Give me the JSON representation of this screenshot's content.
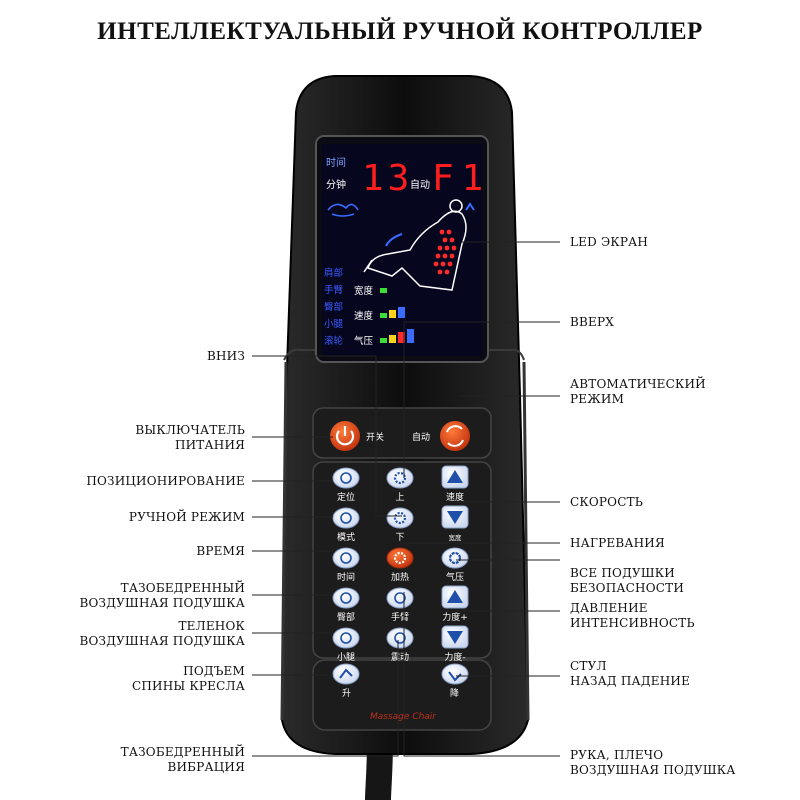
{
  "title": "ИНТЕЛЛЕКТУАЛЬНЫЙ РУЧНОЙ КОНТРОЛЛЕР",
  "screen": {
    "time_label": "时间",
    "minute_label": "分钟",
    "number": "13",
    "mode_code": "F1",
    "auto_label": "自动",
    "parts": [
      "肩部",
      "手臂",
      "臀部",
      "小腿",
      "滚轮"
    ],
    "level_labels": [
      "宽度",
      "速度",
      "气压"
    ]
  },
  "buttons": {
    "power": "开关",
    "auto": "自动",
    "position": "定位",
    "up": "上",
    "speed": "速度",
    "mode": "模式",
    "down": "下",
    "width": "宽度",
    "time": "时间",
    "heat": "加热",
    "air": "气压",
    "hip": "臀部",
    "arm": "手臂",
    "force_plus": "力度+",
    "calf": "小腿",
    "vibrate": "震动",
    "force_minus": "力度-",
    "raise": "升",
    "lower": "降",
    "brand": "Massage Chair"
  },
  "left_captions": [
    "ВНИЗ",
    "ВЫКЛЮЧАТЕЛЬ\nПИТАНИЯ",
    "ПОЗИЦИОНИРОВАНИЕ",
    "РУЧНОЙ РЕЖИМ",
    "ВРЕМЯ",
    "ТАЗОБЕДРЕННЫЙ\nВОЗДУШНАЯ ПОДУШКА",
    "ТЕЛЕНОК\nВОЗДУШНАЯ ПОДУШКА",
    "ПОДЪЕМ\nСПИНЫ КРЕСЛА",
    "ТАЗОБЕДРЕННЫЙ\nВИБРАЦИЯ"
  ],
  "right_captions": [
    "LED ЭКРАН",
    "ВВЕРХ",
    "АВТОМАТИЧЕСКИЙ\nРЕЖИМ",
    "СКОРОСТЬ",
    "НАГРЕВАНИЯ",
    "ВСЕ ПОДУШКИ\nБЕЗОПАСНОСТИ",
    "ДАВЛЕНИЕ\nИНТЕНСИВНОСТЬ",
    "СТУЛ\nНАЗАД ПАДЕНИЕ",
    "РУКА, ПЛЕЧО\nВОЗДУШНАЯ ПОДУШКА"
  ],
  "colors": {
    "body": "#111111",
    "panel": "#1c1c1c",
    "screen": "#06061f",
    "led_red": "#ff1e1e",
    "label_blue": "#3a5cff",
    "button_blue": "#1f4fa8",
    "button_red": "#d23a10"
  }
}
